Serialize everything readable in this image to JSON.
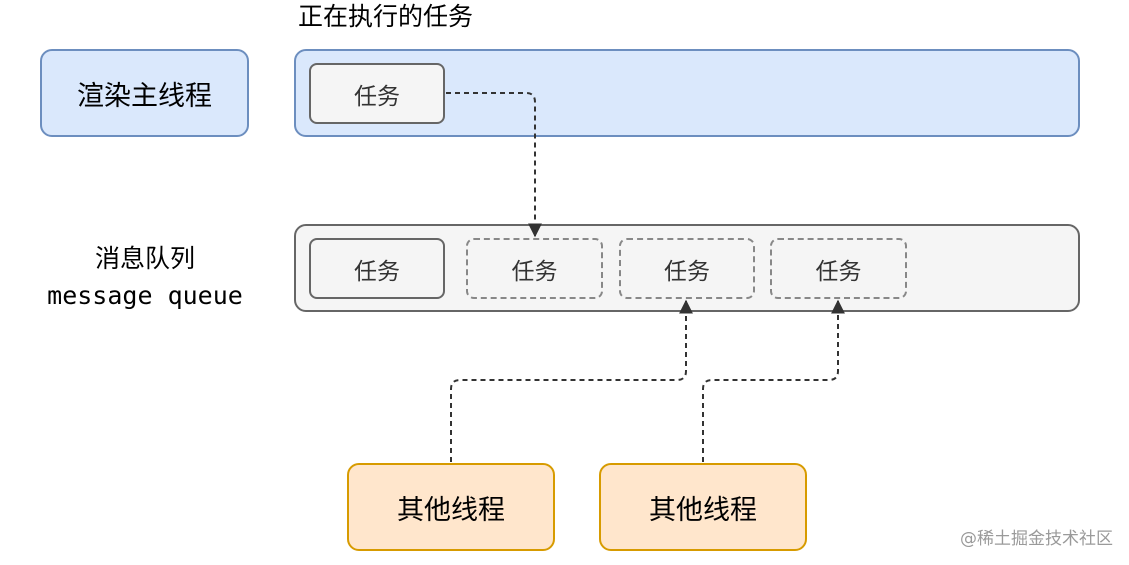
{
  "title": "正在执行的任务",
  "main_thread": {
    "label": "渲染主线程"
  },
  "running": {
    "task_label": "任务"
  },
  "queue": {
    "label_cn": "消息队列",
    "label_en": "message queue",
    "tasks": [
      "任务",
      "任务",
      "任务",
      "任务"
    ]
  },
  "workers": [
    "其他线程",
    "其他线程"
  ],
  "watermark": "@稀土掘金技术社区"
}
